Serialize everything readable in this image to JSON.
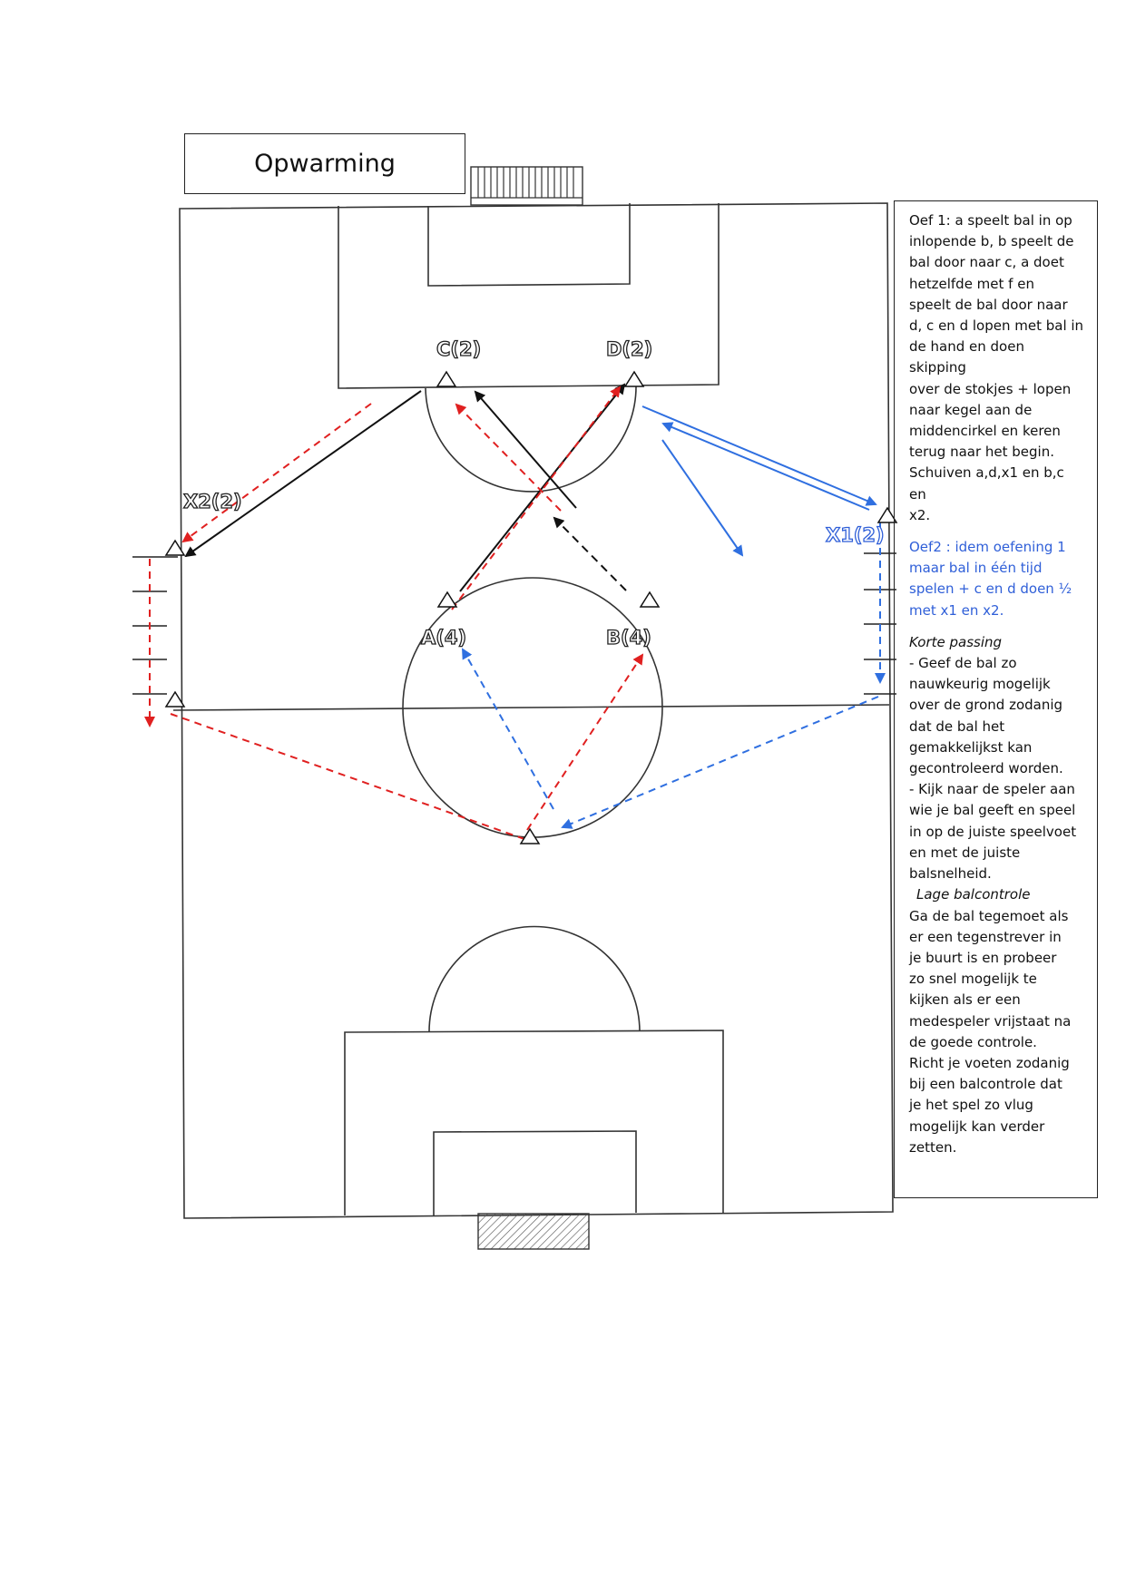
{
  "title": "Opwarming",
  "players": {
    "c": "C(2)",
    "d": "D(2)",
    "x2": "X2(2)",
    "x1": "X1(2)",
    "a": "A(4)",
    "b": "B(4)"
  },
  "notes": {
    "oef1_lines": [
      "Oef 1: a speelt bal in op",
      "inlopende b, b speelt de",
      "bal door naar c, a doet",
      "hetzelfde met f en",
      "speelt de bal door naar",
      "d, c en d lopen met bal in",
      "de hand en doen skipping",
      "over de stokjes + lopen",
      "naar kegel aan de",
      "middencirkel en keren",
      "terug naar het begin.",
      "Schuiven a,d,x1 en b,c en",
      "x2."
    ],
    "oef2_lines": [
      "Oef2 : idem oefening 1",
      "maar bal in één tijd",
      "spelen  + c en d doen ½",
      "met x1 en x2."
    ],
    "korte_passing_heading": "Korte passing",
    "korte_passing_lines": [
      "- Geef de bal zo",
      "nauwkeurig mogelijk",
      "over de grond zodanig",
      "dat de bal het",
      "gemakkelijkst  kan",
      "gecontroleerd worden.",
      "- Kijk naar de speler aan",
      "wie je bal geeft en speel",
      "in op de juiste speelvoet",
      "en met de juiste",
      "balsnelheid."
    ],
    "lage_heading": "Lage balcontrole",
    "lage_lines": [
      "Ga de bal tegemoet als",
      "er een tegenstrever in",
      "je buurt is en probeer",
      "zo snel mogelijk te",
      "kijken als er een",
      "medespeler vrijstaat na",
      "de goede controle.",
      "Richt je voeten zodanig",
      "bij  een balcontrole dat",
      "je het spel zo vlug",
      "mogelijk kan verder",
      "zetten."
    ]
  },
  "colors": {
    "pass_black": "#111111",
    "pass_red": "#e02020",
    "pass_blue": "#2f6fe0",
    "label_blue": "#2f5fd8"
  }
}
